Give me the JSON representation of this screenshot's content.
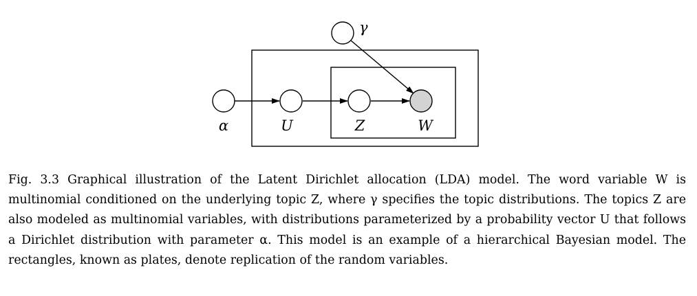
{
  "figure": {
    "nodes": [
      {
        "id": "gamma",
        "label": "γ",
        "observed": false
      },
      {
        "id": "alpha",
        "label": "α",
        "observed": false
      },
      {
        "id": "U",
        "label": "U",
        "observed": false
      },
      {
        "id": "Z",
        "label": "Z",
        "observed": false
      },
      {
        "id": "W",
        "label": "W",
        "observed": true
      }
    ],
    "edges": [
      {
        "from": "alpha",
        "to": "U"
      },
      {
        "from": "U",
        "to": "Z"
      },
      {
        "from": "Z",
        "to": "W"
      },
      {
        "from": "gamma",
        "to": "W"
      }
    ],
    "plates": [
      {
        "id": "outer",
        "contains": [
          "U",
          "Z",
          "W"
        ]
      },
      {
        "id": "inner",
        "contains": [
          "Z",
          "W"
        ]
      }
    ],
    "colors": {
      "observed_fill": "#d3d3d3",
      "latent_fill": "#ffffff",
      "stroke": "#000000"
    }
  },
  "caption": {
    "prefix": "Fig. 3.3",
    "lines": [
      "Graphical illustration of the Latent Dirichlet allocation (LDA) model. The word",
      "variable W is multinomial conditioned on the underlying topic Z, where γ specifies the topic",
      "distributions. The topics Z are also modeled as multinomial variables, with distributions",
      "parameterized by a probability vector U that follows a Dirichlet distribution with parameter",
      "α. This model is an example of a hierarchical Bayesian model. The rectangles, known as",
      "plates, denote replication of the random variables."
    ]
  }
}
